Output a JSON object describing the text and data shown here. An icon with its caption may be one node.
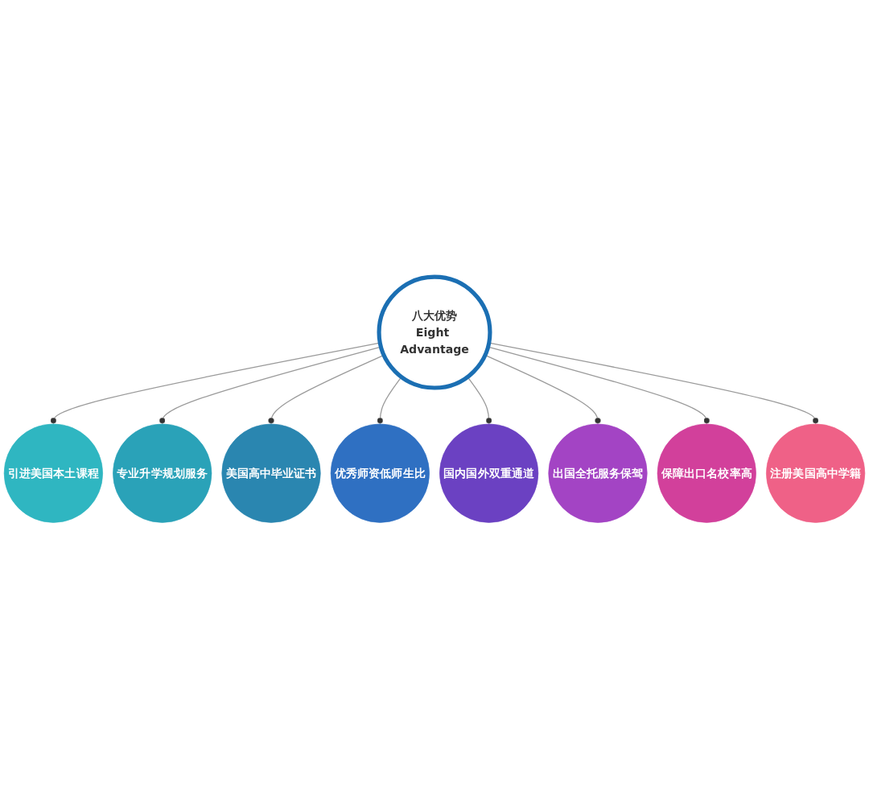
{
  "diagram": {
    "nodes": [
      {
        "text": [
          "八大优势",
          "Eight Advantage"
        ]
      },
      {
        "text": [
          "引进美国本土课程"
        ]
      },
      {
        "text": [
          "专业升学规划服务"
        ]
      },
      {
        "text": [
          "美国高中毕业证书"
        ]
      },
      {
        "text": [
          "优秀师资低师生比"
        ]
      },
      {
        "text": [
          "国内国外双重通道"
        ]
      },
      {
        "text": [
          "出国全托服务保驾"
        ]
      },
      {
        "text": [
          "保障出口名校率高"
        ]
      },
      {
        "text": [
          "注册美国高中学籍"
        ]
      }
    ],
    "edges": [
      {
        "from": 0,
        "to": 1,
        "arrow": "other"
      },
      {
        "from": 0,
        "to": 2,
        "arrow": "other"
      },
      {
        "from": 0,
        "to": 3,
        "arrow": "other"
      },
      {
        "from": 0,
        "to": 4,
        "arrow": "other"
      },
      {
        "from": 0,
        "to": 5,
        "arrow": "other"
      },
      {
        "from": 0,
        "to": 6,
        "arrow": "other"
      },
      {
        "from": 0,
        "to": 7,
        "arrow": "other"
      },
      {
        "from": 0,
        "to": 8,
        "arrow": "other"
      }
    ]
  }
}
